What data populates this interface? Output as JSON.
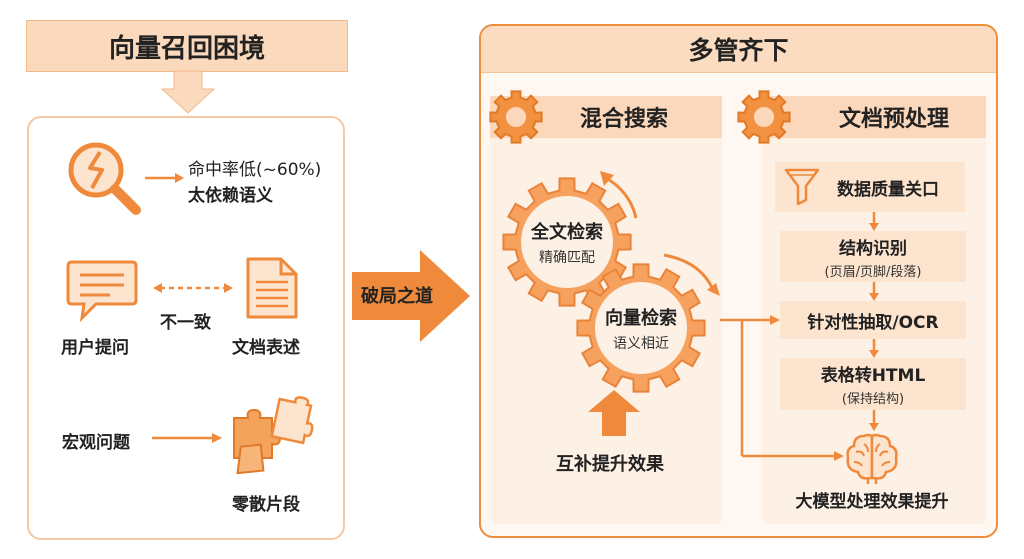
{
  "left": {
    "title": "向量召回困境",
    "problem1": {
      "line1": "命中率低(~60%)",
      "line2": "太依赖语义"
    },
    "problem2": {
      "left_label": "用户提问",
      "middle_label": "不一致",
      "right_label": "文档表述"
    },
    "problem3": {
      "left_label": "宏观问题",
      "right_label": "零散片段"
    }
  },
  "middle": {
    "arrow_label": "破局之道"
  },
  "right": {
    "title": "多管齐下",
    "hybrid": {
      "title": "混合搜索",
      "gear1": {
        "title": "全文检索",
        "subtitle": "精确匹配"
      },
      "gear2": {
        "title": "向量检索",
        "subtitle": "语义相近"
      },
      "bottom_label": "互补提升效果"
    },
    "preprocess": {
      "title": "文档预处理",
      "steps": [
        {
          "title": "数据质量关口",
          "subtitle": ""
        },
        {
          "title": "结构识别",
          "subtitle": "(页眉/页脚/段落)"
        },
        {
          "title": "针对性抽取/OCR",
          "subtitle": ""
        },
        {
          "title": "表格转HTML",
          "subtitle": "(保持结构)"
        }
      ],
      "result_label": "大模型处理效果提升"
    }
  },
  "colors": {
    "accent": "#ef8a3c",
    "accent_light": "#fbd9bc",
    "panel_bg": "#fff8f2"
  }
}
